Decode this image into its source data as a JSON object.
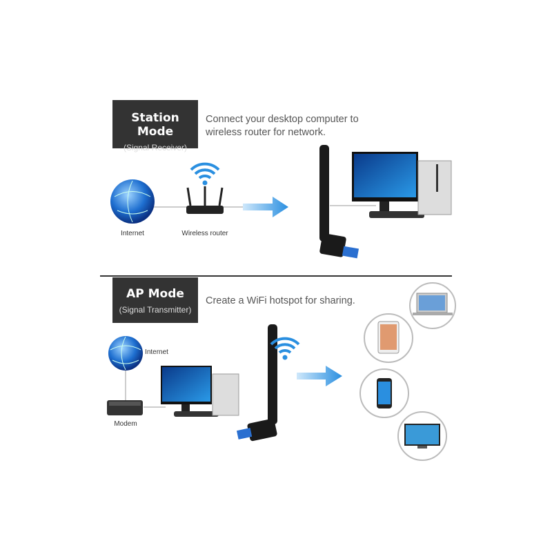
{
  "station": {
    "title": "Station Mode",
    "subtitle": "(Signal Receiver)",
    "description_line1": "Connect your desktop computer to",
    "description_line2": "wireless router for network.",
    "internet_label": "Internet",
    "router_label": "Wireless router"
  },
  "ap": {
    "title": "AP Mode",
    "subtitle": "(Signal Transmitter)",
    "description": "Create a WiFi hotspot for sharing.",
    "internet_label": "Internet",
    "modem_label": "Modem"
  },
  "colors": {
    "accent": "#2a8fe0",
    "box": "#333333"
  }
}
